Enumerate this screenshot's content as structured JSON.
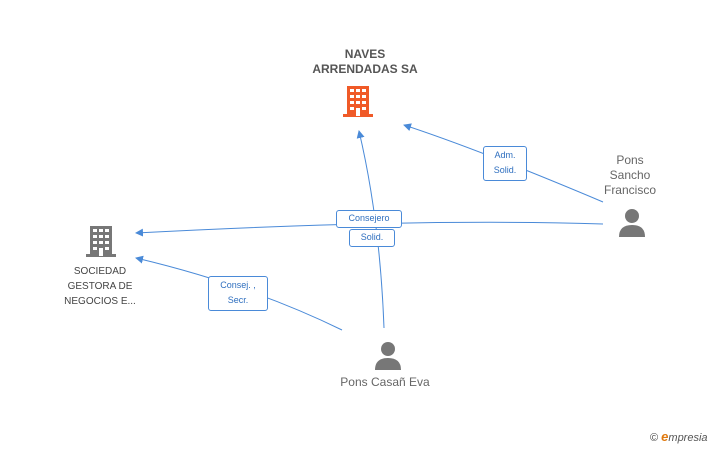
{
  "nodes": {
    "company_main": {
      "name_line1": "NAVES",
      "name_line2": "ARRENDADAS SA",
      "icon": "building-icon",
      "color": "#f05a28"
    },
    "company_secondary": {
      "name_line1": "SOCIEDAD",
      "name_line2": "GESTORA DE",
      "name_line3": "NEGOCIOS E...",
      "icon": "building-icon",
      "color": "#777777"
    },
    "person_1": {
      "name_line1": "Pons",
      "name_line2": "Sancho",
      "name_line3": "Francisco",
      "icon": "person-icon",
      "color": "#777777"
    },
    "person_2": {
      "name": "Pons Casañ Eva",
      "icon": "person-icon",
      "color": "#777777"
    }
  },
  "edges": {
    "adm_solid": {
      "line1": "Adm.",
      "line2": "Solid."
    },
    "consejero": {
      "line1": "Consejero"
    },
    "solid": {
      "line1": "Solid."
    },
    "consej_secr": {
      "line1": "Consej. ,",
      "line2": "Secr."
    }
  },
  "colors": {
    "edge": "#4a8ad8"
  },
  "brand": {
    "copyright": "©",
    "logo_letter": "e",
    "logo_rest": "mpresia"
  }
}
